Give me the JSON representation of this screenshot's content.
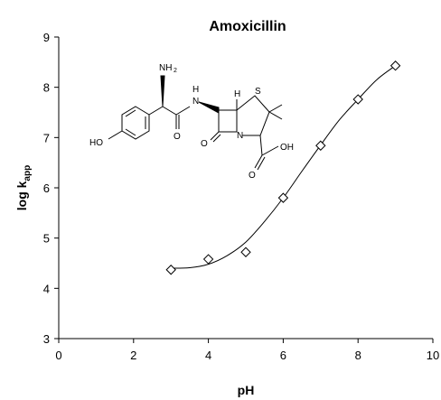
{
  "chart_data": {
    "type": "scatter",
    "title": "Amoxicillin",
    "xlabel": "pH",
    "ylabel": {
      "main": "log k",
      "sub": "app"
    },
    "xlim": [
      0,
      10
    ],
    "ylim": [
      3,
      9
    ],
    "xticks": [
      "0",
      "2",
      "4",
      "6",
      "8",
      "10"
    ],
    "yticks": [
      "3",
      "4",
      "5",
      "6",
      "7",
      "8",
      "9"
    ],
    "grid": false,
    "marker": "diamond",
    "series": [
      {
        "x": [
          3,
          4,
          5,
          6,
          7,
          8,
          9
        ],
        "y": [
          4.37,
          4.58,
          4.72,
          5.8,
          6.84,
          7.76,
          8.43
        ]
      }
    ],
    "fit_curve": {
      "x": [
        3,
        3.5,
        4,
        4.5,
        5,
        5.5,
        6,
        6.5,
        7,
        7.5,
        8,
        8.5,
        9
      ],
      "y": [
        4.4,
        4.41,
        4.48,
        4.65,
        4.92,
        5.33,
        5.8,
        6.33,
        6.85,
        7.35,
        7.76,
        8.15,
        8.43
      ]
    },
    "structure_labels": {
      "nh2": "NH",
      "nh2_sub": "2",
      "ho": "HO",
      "o1": "O",
      "h_amide": "H",
      "n_amide": "N",
      "h_top": "H",
      "s": "S",
      "o2": "O",
      "n_ring": "N",
      "oh": "OH",
      "o3": "O"
    }
  }
}
